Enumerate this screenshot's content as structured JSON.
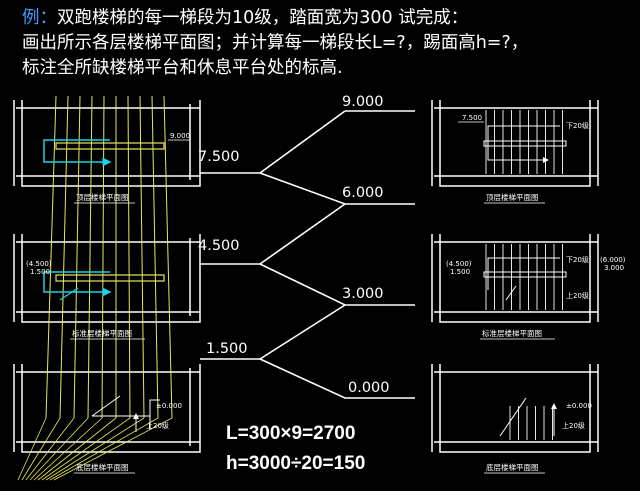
{
  "problem": {
    "example_label": "例：",
    "line1": "双跑楼梯的每一梯段为10级，踏面宽为300 试完成：",
    "line2": "画出所示各层楼梯平面图；并计算每一梯段长L=?，踢面高h=?，",
    "line3": "标注全所缺楼梯平台和休息平台处的标高."
  },
  "elevations": {
    "e9000": "9.000",
    "e7500": "7.500",
    "e6000": "6.000",
    "e4500": "4.500",
    "e3000": "3.000",
    "e1500": "1.500",
    "e0000": "0.000"
  },
  "left_plans": {
    "top_caption": "顶层楼梯平面图",
    "mid_caption": "标准层楼梯平面图",
    "bottom_caption": "底层楼梯平面图",
    "top_level": "9.000",
    "mid_level_paren": "(4.500)",
    "mid_level": "1.500",
    "bottom_level": "±0.000",
    "bottom_up": "上20级"
  },
  "right_plans": {
    "top_caption": "顶层楼梯平面图",
    "mid_caption": "标准层楼梯平面图",
    "bottom_caption": "底层楼梯平面图",
    "top_level": "7.500",
    "top_down": "下20级",
    "mid_level_paren": "(4.500)",
    "mid_level": "1.500",
    "mid_down": "下20级",
    "mid_level_right_paren": "(6.000)",
    "mid_level_right": "3.000",
    "mid_up": "上20级",
    "bottom_level": "±0.000",
    "bottom_up": "上20级"
  },
  "results": {
    "L": "L=300×9=2700",
    "h": "h=3000÷20=150"
  },
  "colors": {
    "background": "#000000",
    "text": "#ffffff",
    "example_blue": "#3aa0ff",
    "projection_yellow": "#e8e85a",
    "arrow_cyan": "#19d3e6",
    "wall": "#ffffff"
  }
}
